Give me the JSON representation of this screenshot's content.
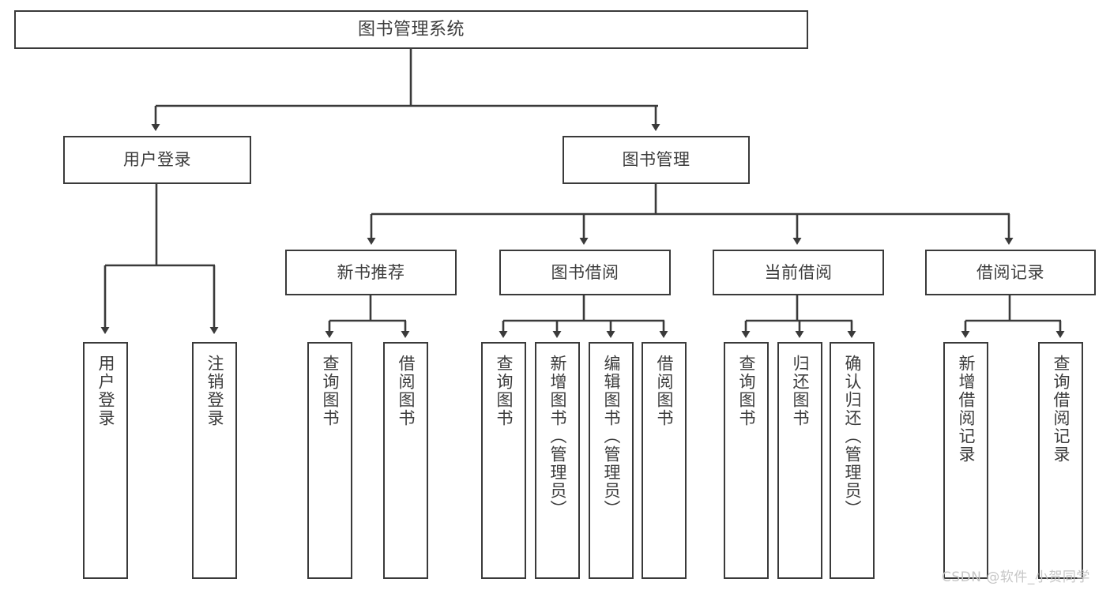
{
  "diagram": {
    "type": "tree-hierarchy",
    "title": "图书管理系统",
    "watermark": "CSDN @软件_小贺同学",
    "colors": {
      "stroke": "#3a3a3a",
      "fill": "#ffffff",
      "text": "#3c3c3c",
      "watermark": "#c6c6c6",
      "background": "#ffffff"
    },
    "nodes": {
      "root": {
        "label": "图书管理系统"
      },
      "level2": [
        {
          "id": "user-login",
          "label": "用户登录"
        },
        {
          "id": "book-management",
          "label": "图书管理"
        }
      ],
      "level3": [
        {
          "id": "new-book-recommend",
          "label": "新书推荐"
        },
        {
          "id": "book-borrow",
          "label": "图书借阅"
        },
        {
          "id": "current-borrow",
          "label": "当前借阅"
        },
        {
          "id": "borrow-record",
          "label": "借阅记录"
        }
      ],
      "leaves": {
        "user_login": [
          {
            "id": "leaf-user-login",
            "label": "用户登录"
          },
          {
            "id": "leaf-logout-login",
            "label": "注销登录"
          }
        ],
        "new_book_recommend": [
          {
            "id": "leaf-query-book-1",
            "label": "查询图书"
          },
          {
            "id": "leaf-borrow-book-1",
            "label": "借阅图书"
          }
        ],
        "book_borrow": [
          {
            "id": "leaf-query-book-2",
            "label": "查询图书"
          },
          {
            "id": "leaf-add-book",
            "label": "新增图书（管理员）"
          },
          {
            "id": "leaf-edit-book",
            "label": "编辑图书（管理员）"
          },
          {
            "id": "leaf-borrow-book-2",
            "label": "借阅图书"
          }
        ],
        "current_borrow": [
          {
            "id": "leaf-query-book-3",
            "label": "查询图书"
          },
          {
            "id": "leaf-return-book",
            "label": "归还图书"
          },
          {
            "id": "leaf-confirm-return",
            "label": "确认归还（管理员）"
          }
        ],
        "borrow_record": [
          {
            "id": "leaf-add-record",
            "label": "新增借阅记录"
          },
          {
            "id": "leaf-query-record",
            "label": "查询借阅记录"
          }
        ]
      }
    }
  }
}
